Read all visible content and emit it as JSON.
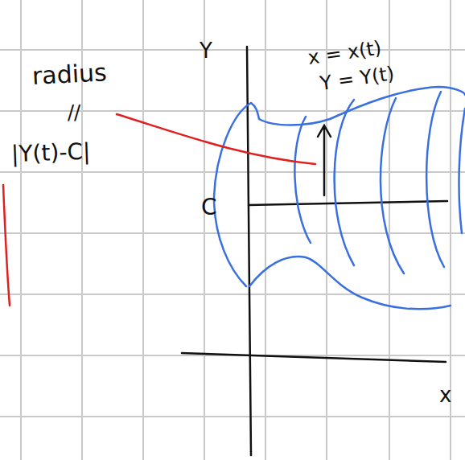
{
  "diagram": {
    "labels": [
      "radius",
      "//",
      "|Y(t)-C|",
      "Y",
      "x = x(t)",
      "Y = Y(t)",
      "C",
      "x"
    ]
  }
}
